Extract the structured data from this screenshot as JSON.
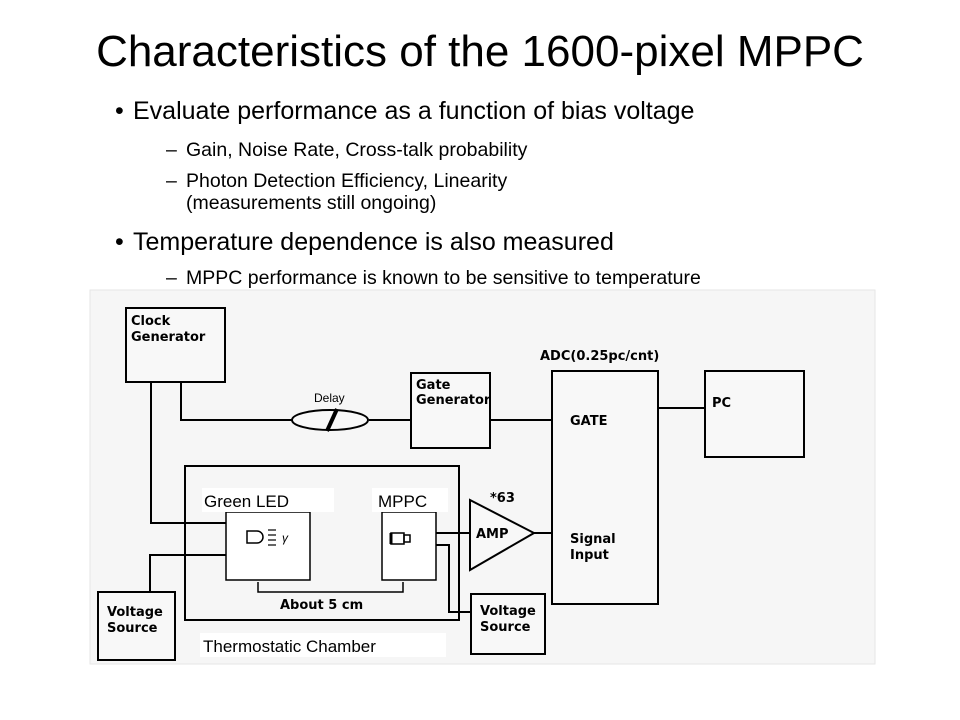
{
  "slide": {
    "title": "Characteristics of the 1600-pixel MPPC",
    "bullets": [
      {
        "text": "Evaluate performance as a function of  bias voltage",
        "sub": [
          "Gain, Noise Rate, Cross-talk probability",
          "Photon Detection Efficiency, Linearity",
          "(measurements still ongoing)"
        ]
      },
      {
        "text": "Temperature dependence is also measured",
        "sub": [
          "MPPC performance is known to be sensitive to temperature"
        ]
      }
    ],
    "bullet_glyph": "•",
    "dash_glyph": "–"
  },
  "diagram": {
    "clock_generator": [
      "Clock",
      "Generator"
    ],
    "delay": "Delay",
    "gate_generator": [
      "Gate",
      "Generator"
    ],
    "adc_label": "ADC(0.25pc/cnt)",
    "adc_gate": "GATE",
    "adc_signal": [
      "Signal",
      "Input"
    ],
    "pc": "PC",
    "amp": "AMP",
    "amp_gain": "*63",
    "green_led": "Green LED",
    "gamma": "γ",
    "mppc": "MPPC",
    "distance": "About 5 cm",
    "chamber": "Thermostatic Chamber",
    "voltage_source_left": [
      "Voltage",
      "Source"
    ],
    "voltage_source_right": [
      "Voltage",
      "Source"
    ]
  }
}
